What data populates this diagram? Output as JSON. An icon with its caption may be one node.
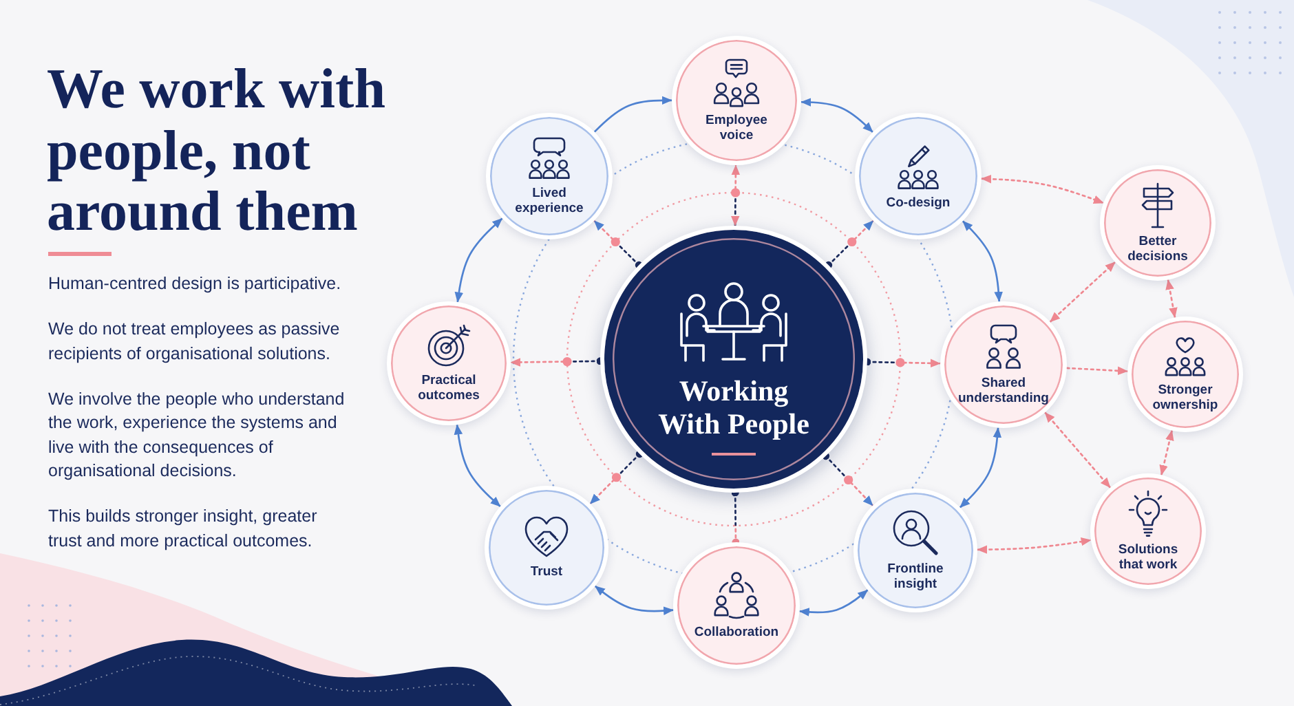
{
  "diagram": {
    "title": "We work with people, not around them",
    "nodes": [
      {
        "text": [
          "Employee voice"
        ]
      },
      {
        "text": [
          "Lived experience"
        ]
      },
      {
        "text": [
          "Co-design"
        ]
      },
      {
        "text": [
          "Better decisions"
        ]
      },
      {
        "text": [
          "Working With People"
        ]
      },
      {
        "text": [
          "Practical outcomes"
        ]
      },
      {
        "text": [
          "Shared understanding"
        ]
      },
      {
        "text": [
          "Stronger ownership"
        ]
      },
      {
        "text": [
          "Trust"
        ]
      },
      {
        "text": [
          "Frontline insight"
        ]
      },
      {
        "text": [
          "Solutions that work"
        ]
      },
      {
        "text": [
          "Collaboration"
        ]
      }
    ],
    "edges": [
      {
        "from": 1,
        "to": 0,
        "arrow": "to"
      },
      {
        "from": 0,
        "to": 2,
        "arrow": "both"
      },
      {
        "from": 2,
        "to": 6,
        "arrow": "both"
      },
      {
        "from": 6,
        "to": 9,
        "arrow": "both"
      },
      {
        "from": 9,
        "to": 11,
        "arrow": "both"
      },
      {
        "from": 11,
        "to": 8,
        "arrow": "both"
      },
      {
        "from": 8,
        "to": 5,
        "arrow": "both"
      },
      {
        "from": 5,
        "to": 1,
        "arrow": "both"
      },
      {
        "from": 4,
        "to": 0,
        "arrow": "both",
        "style": "dashed",
        "color": "#ef8790"
      },
      {
        "from": 4,
        "to": 1,
        "arrow": "to",
        "style": "dashed",
        "color": "#ef8790"
      },
      {
        "from": 4,
        "to": 2,
        "arrow": "to",
        "style": "dashed",
        "color": "#ef8790"
      },
      {
        "from": 4,
        "to": 5,
        "arrow": "to",
        "style": "dashed",
        "color": "#ef8790"
      },
      {
        "from": 4,
        "to": 6,
        "arrow": "to",
        "style": "dashed",
        "color": "#ef8790"
      },
      {
        "from": 4,
        "to": 8,
        "arrow": "to",
        "style": "dashed",
        "color": "#ef8790"
      },
      {
        "from": 4,
        "to": 9,
        "arrow": "to",
        "style": "dashed",
        "color": "#ef8790"
      },
      {
        "from": 4,
        "to": 11,
        "arrow": "other",
        "style": "dashed",
        "color": "#ef8790"
      },
      {
        "from": 2,
        "to": 3,
        "arrow": "both",
        "style": "dashed",
        "color": "#ef8790"
      },
      {
        "from": 6,
        "to": 3,
        "arrow": "both",
        "style": "dashed",
        "color": "#ef8790"
      },
      {
        "from": 6,
        "to": 7,
        "arrow": "to",
        "style": "dashed",
        "color": "#ef8790"
      },
      {
        "from": 6,
        "to": 10,
        "arrow": "both",
        "style": "dashed",
        "color": "#ef8790"
      },
      {
        "from": 3,
        "to": 7,
        "arrow": "both",
        "style": "dashed",
        "color": "#ef8790"
      },
      {
        "from": 7,
        "to": 10,
        "arrow": "both",
        "style": "dashed",
        "color": "#ef8790"
      },
      {
        "from": 9,
        "to": 10,
        "arrow": "both",
        "style": "dashed",
        "color": "#ef8790"
      }
    ],
    "labels": [
      "Human-centred design is participative.",
      "We do not treat employees as passive recipients of organisational solutions.",
      "We involve the people who understand the work, experience the systems and live with the consequences of organisational decisions.",
      "This builds stronger insight, greater trust and more practical outcomes."
    ]
  }
}
